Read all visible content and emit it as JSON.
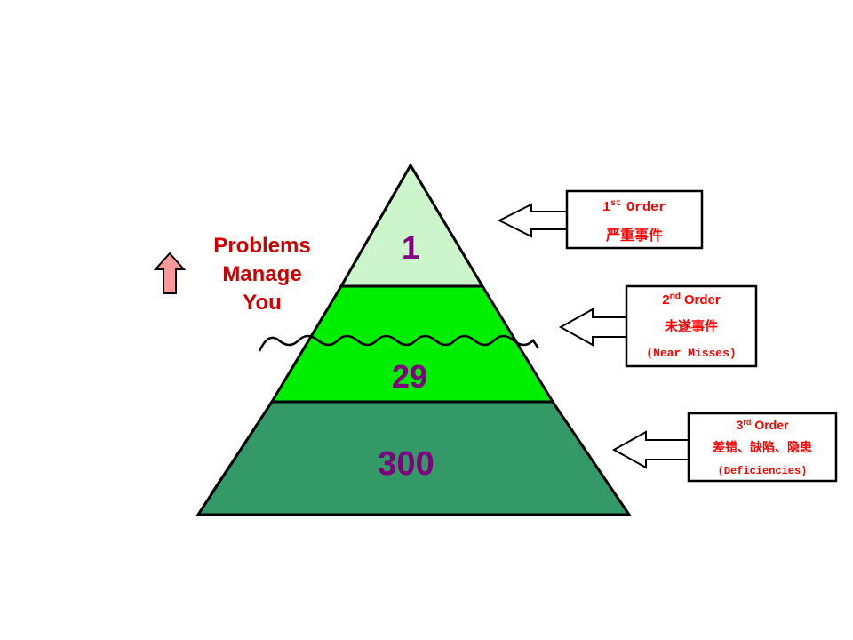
{
  "pyramid": {
    "tiers": [
      {
        "value": "1",
        "color": "#ccf5cc"
      },
      {
        "value": "29",
        "color": "#00ee00"
      },
      {
        "value": "300",
        "color": "#339966"
      }
    ]
  },
  "side_label": {
    "lines": [
      "Problems",
      "Manage",
      "You"
    ],
    "color": "#cc0000"
  },
  "arrow_color": "#ff9999",
  "callouts": [
    {
      "order_num": "1",
      "order_sup": "st",
      "order_word": "Order",
      "cn": "严重事件",
      "en": ""
    },
    {
      "order_num": "2",
      "order_sup": "nd",
      "order_word": "Order",
      "cn": "未遂事件",
      "en": "(Near Misses)"
    },
    {
      "order_num": "3",
      "order_sup": "rd",
      "order_word": "Order",
      "cn": "差错、缺陷、隐患",
      "en": "(Deficiencies)"
    }
  ]
}
